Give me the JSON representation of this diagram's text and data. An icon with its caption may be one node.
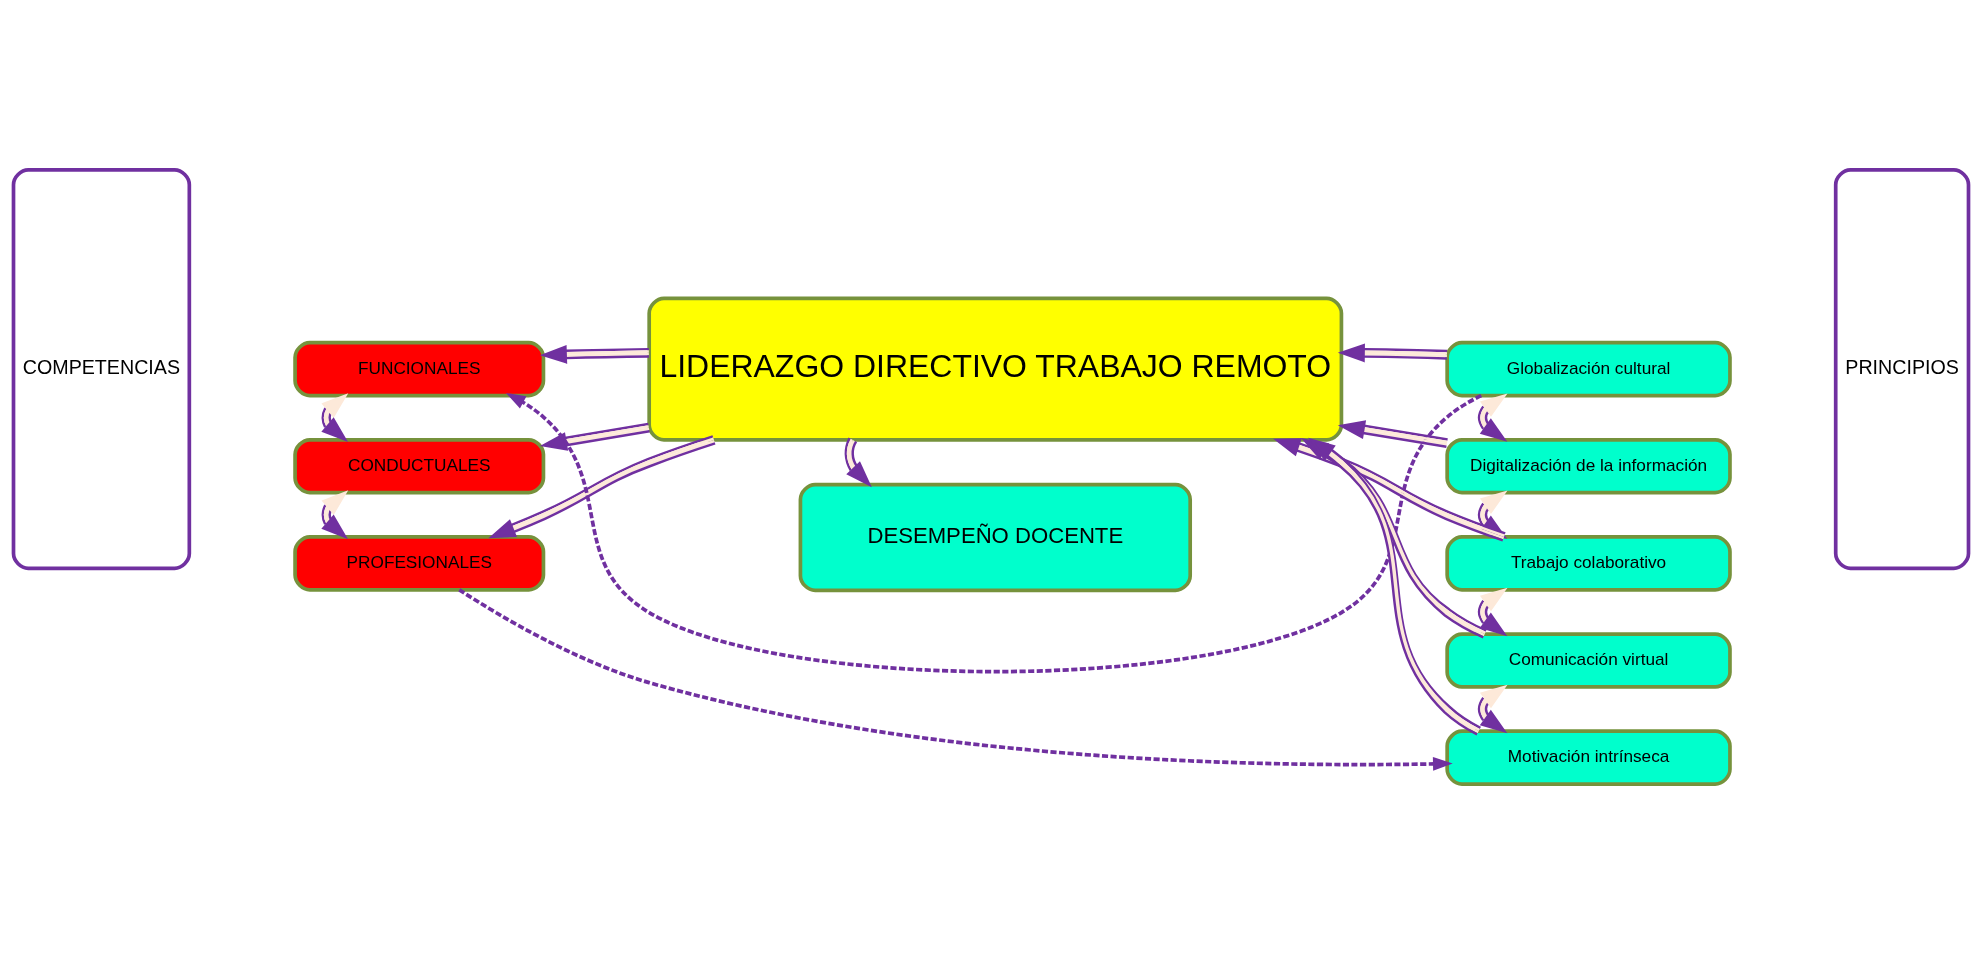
{
  "diagram": {
    "nodes": [
      {
        "text": [
          "COMPETENCIAS"
        ]
      },
      {
        "text": [
          "FUNCIONALES"
        ]
      },
      {
        "text": [
          "CONDUCTUALES"
        ]
      },
      {
        "text": [
          "PROFESIONALES"
        ]
      },
      {
        "text": [
          "LIDERAZGO DIRECTIVO TRABAJO REMOTO"
        ]
      },
      {
        "text": [
          "DESEMPEÑO DOCENTE"
        ]
      },
      {
        "text": [
          "Globalización cultural"
        ]
      },
      {
        "text": [
          "Digitalización de la información"
        ]
      },
      {
        "text": [
          "Trabajo colaborativo"
        ]
      },
      {
        "text": [
          "Comunicación virtual"
        ]
      },
      {
        "text": [
          "Motivación intrínseca"
        ]
      },
      {
        "text": [
          "PRINCIPIOS"
        ]
      }
    ],
    "edges": [
      {
        "from": 4,
        "to": 1,
        "arrow": "to"
      },
      {
        "from": 4,
        "to": 2,
        "arrow": "to"
      },
      {
        "from": 4,
        "to": 3,
        "arrow": "to"
      },
      {
        "from": 1,
        "to": 2,
        "arrow": "both"
      },
      {
        "from": 2,
        "to": 3,
        "arrow": "both"
      },
      {
        "from": 4,
        "to": 5,
        "arrow": "to"
      },
      {
        "from": 6,
        "to": 4,
        "arrow": "to"
      },
      {
        "from": 7,
        "to": 4,
        "arrow": "to"
      },
      {
        "from": 8,
        "to": 4,
        "arrow": "to"
      },
      {
        "from": 9,
        "to": 4,
        "arrow": "to"
      },
      {
        "from": 10,
        "to": 4,
        "arrow": "to"
      },
      {
        "from": 6,
        "to": 7,
        "arrow": "both"
      },
      {
        "from": 7,
        "to": 8,
        "arrow": "both"
      },
      {
        "from": 8,
        "to": 9,
        "arrow": "both"
      },
      {
        "from": 9,
        "to": 10,
        "arrow": "both"
      },
      {
        "from": 6,
        "to": 1,
        "arrow": "to",
        "style": "dashed",
        "color": "#7030a0"
      },
      {
        "from": 3,
        "to": 10,
        "arrow": "to",
        "style": "dashed",
        "color": "#7030a0"
      }
    ]
  }
}
